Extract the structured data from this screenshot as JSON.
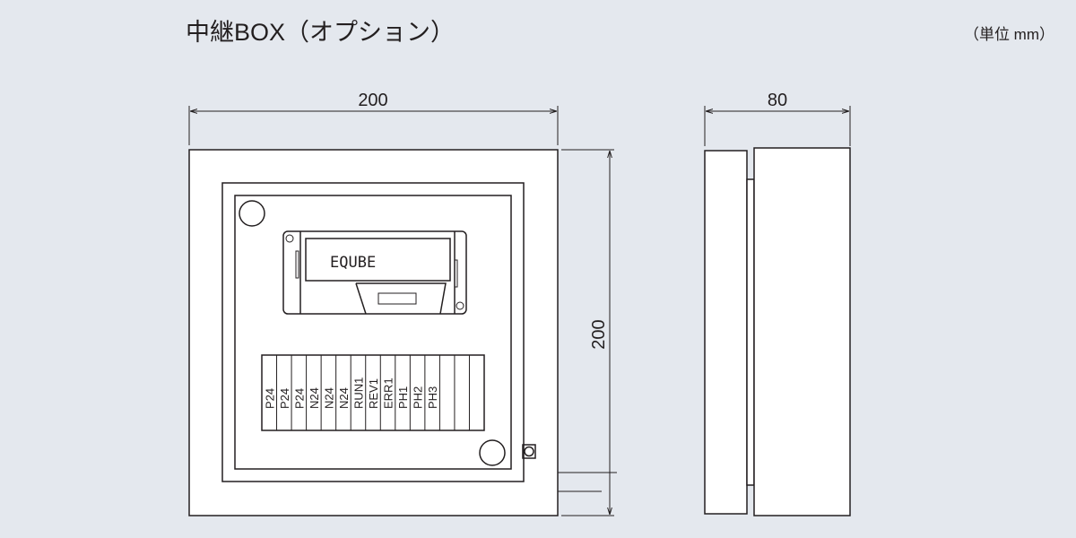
{
  "title": "中継BOX（オプション）",
  "unit_note": "（単位 mm）",
  "dimensions": {
    "front_width": "200",
    "front_height": "200",
    "side_depth": "80"
  },
  "module_label": "EQUBE",
  "terminals": [
    "P24",
    "P24",
    "P24",
    "N24",
    "N24",
    "N24",
    "RUN1",
    "REV1",
    "ERR1",
    "PH1",
    "PH2",
    "PH3",
    "",
    "",
    ""
  ]
}
